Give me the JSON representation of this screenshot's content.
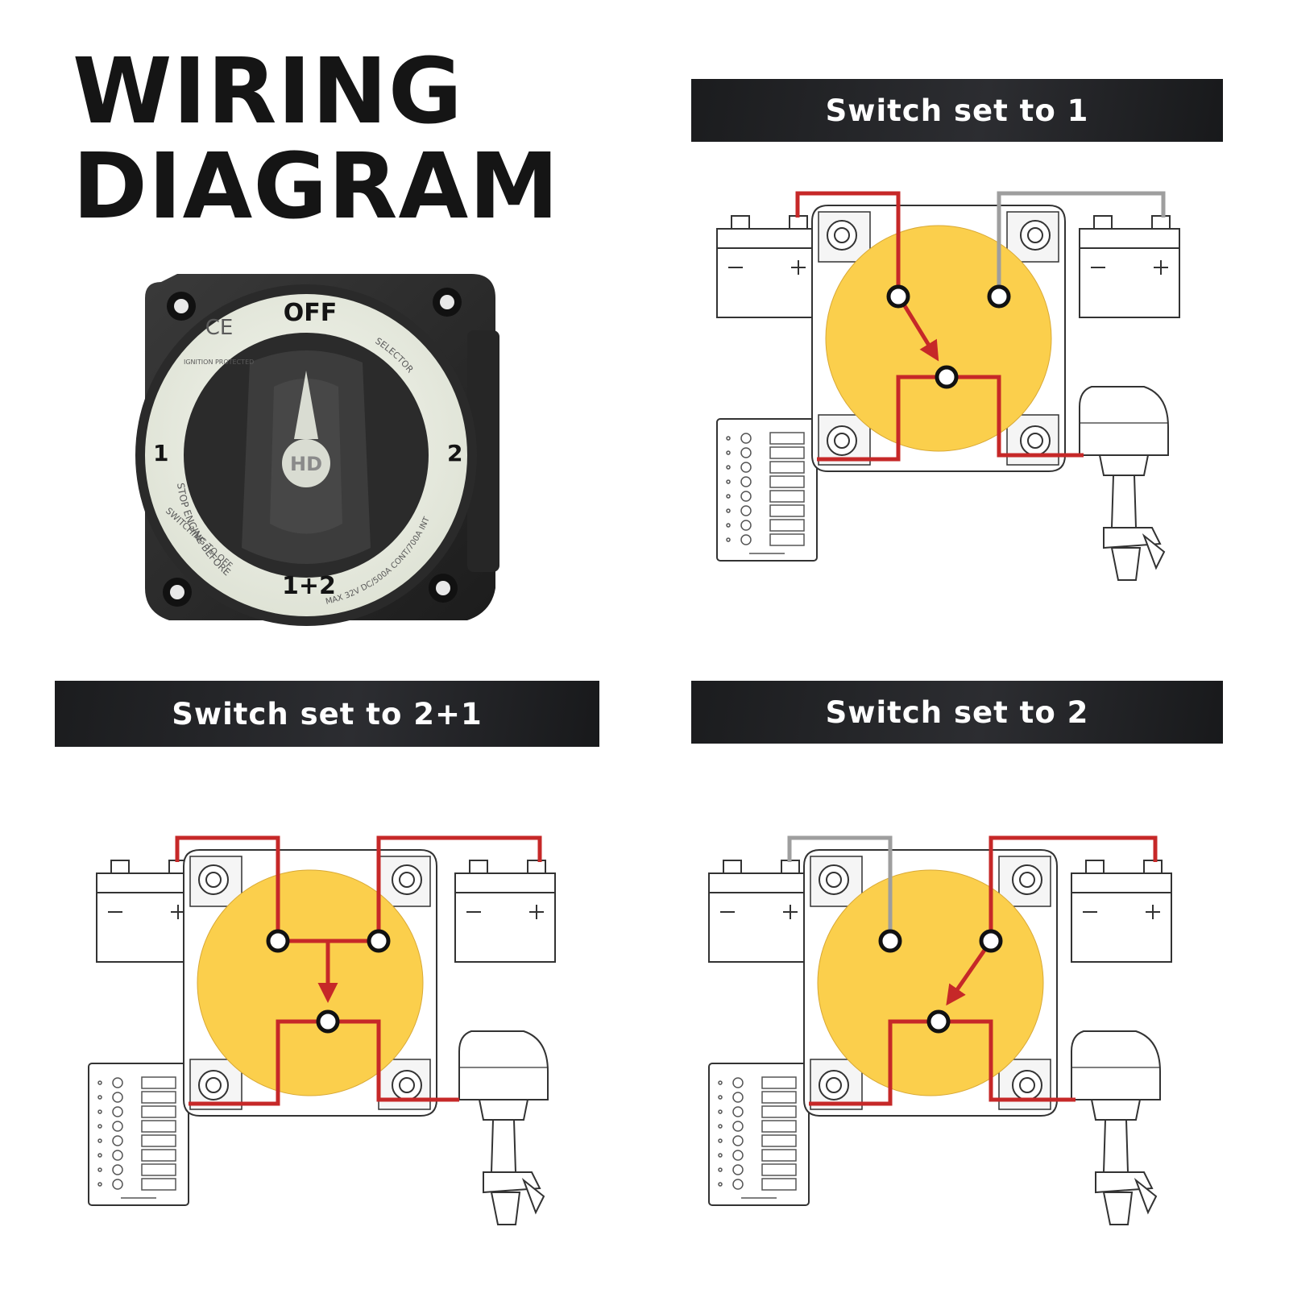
{
  "title": {
    "line1": "WIRING",
    "line2": "DIAGRAM"
  },
  "banners": {
    "switch_1": "Switch set to 1",
    "switch_2_plus_1": "Switch set to 2+1",
    "switch_2": "Switch set to 2"
  },
  "product": {
    "off_label": "OFF",
    "pos_1_label": "1",
    "pos_2_label": "2",
    "pos_both_label": "1+2",
    "knob_label": "HD",
    "ce_mark": "CE",
    "ignition_label": "IGNITION PROTECTED",
    "selector_label": "SELECTOR",
    "warning_line1": "STOP ENGINE BEFORE",
    "warning_line2": "SWITCHING TO OFF",
    "rating_label": "MAX 32V DC/500A CONT/700A INT"
  },
  "colors": {
    "wire_active": "#c62828",
    "wire_inactive": "#9e9e9e",
    "switch_face": "#fbcf4c",
    "banner_bg": "#1f2022",
    "title_text": "#151515"
  },
  "icons": {
    "battery": "battery-icon",
    "panel": "switch-panel-icon",
    "engine": "outboard-motor-icon"
  }
}
